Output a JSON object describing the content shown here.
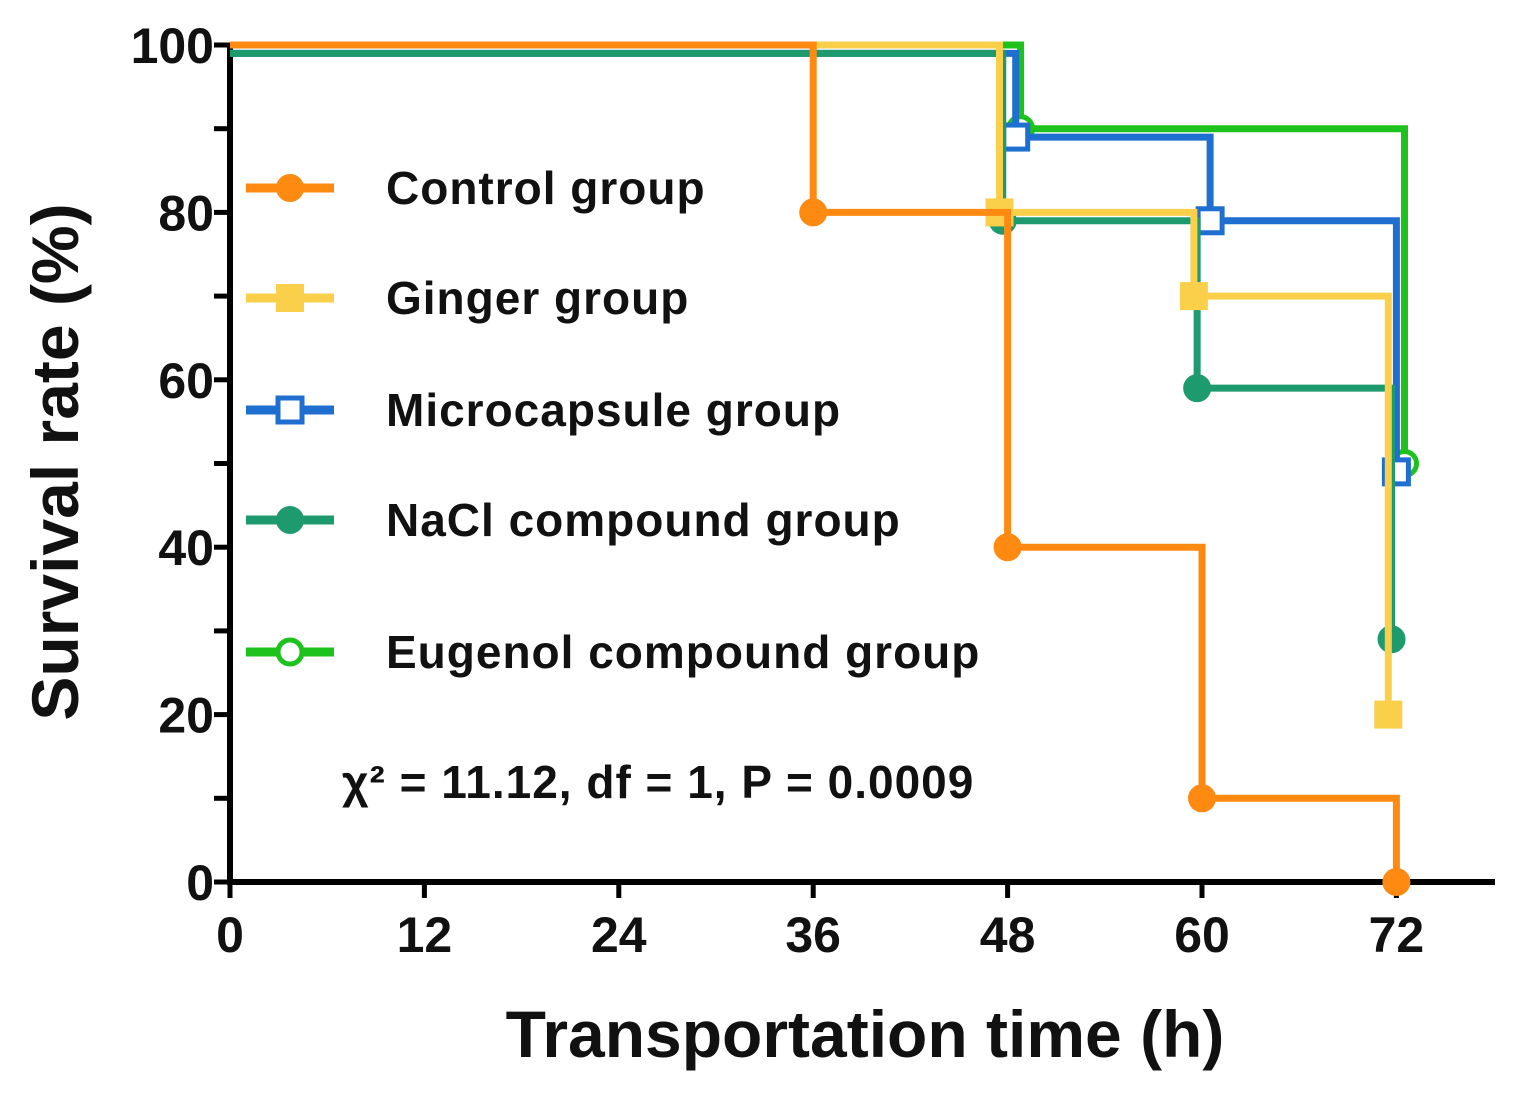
{
  "chart_data": {
    "type": "line",
    "subtype": "kaplan-meier step",
    "xlabel": "Transportation time (h)",
    "ylabel": "Survival rate (%)",
    "xlim": [
      0,
      78
    ],
    "ylim": [
      0,
      100
    ],
    "xticks": [
      0,
      12,
      24,
      36,
      48,
      60,
      72
    ],
    "yticks": [
      0,
      20,
      40,
      60,
      80,
      100
    ],
    "annotation": "χ² = 11.12, df = 1, P = 0.0009",
    "legend_position": "upper-left inside",
    "grid": false,
    "series": [
      {
        "name": "Control group",
        "color": "#ff8a12",
        "marker": "filled-circle",
        "steps": [
          [
            0,
            100
          ],
          [
            36,
            80
          ],
          [
            48,
            40
          ],
          [
            60,
            10
          ],
          [
            72,
            0
          ]
        ]
      },
      {
        "name": "Ginger group",
        "color": "#fad04a",
        "marker": "filled-square",
        "steps": [
          [
            0,
            100
          ],
          [
            47.5,
            80
          ],
          [
            59.5,
            70
          ],
          [
            71.5,
            20
          ]
        ]
      },
      {
        "name": "Microcapsule group",
        "color": "#1e6fd0",
        "marker": "open-square",
        "steps": [
          [
            0,
            99
          ],
          [
            48.5,
            89
          ],
          [
            60.5,
            79
          ],
          [
            72,
            49
          ]
        ]
      },
      {
        "name": "NaCl compound group",
        "color": "#1e9b6e",
        "marker": "filled-circle",
        "steps": [
          [
            0,
            99
          ],
          [
            47.7,
            79
          ],
          [
            59.7,
            59
          ],
          [
            71.7,
            29
          ]
        ]
      },
      {
        "name": "Eugenol compound group",
        "color": "#1dc21d",
        "marker": "open-circle",
        "steps": [
          [
            0,
            100
          ],
          [
            48.8,
            90
          ],
          [
            72.5,
            50
          ]
        ]
      }
    ]
  }
}
